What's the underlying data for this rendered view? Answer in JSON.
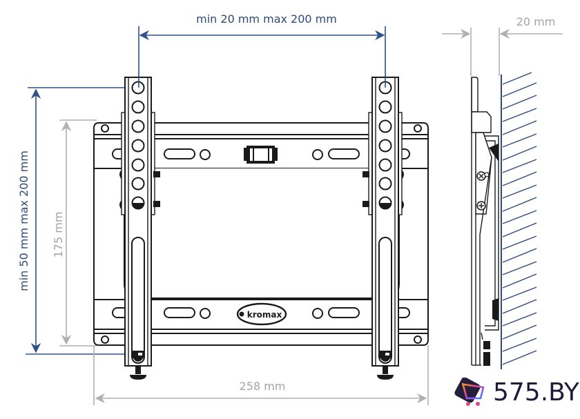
{
  "diagram": {
    "type": "tv-wall-mount-dimension-drawing",
    "dimensions": {
      "horizontal_vesa": "min 20 mm max 200 mm",
      "vertical_vesa": "min 50 mm max 200 mm",
      "plate_height": "175 mm",
      "plate_width": "258 mm",
      "wall_distance": "20 mm"
    },
    "brand_logo_text": "kromax",
    "colors": {
      "dimension_blue": "#2d5189",
      "dimension_gray": "#b0b0b0",
      "line_black": "#1a1a1a",
      "wall_hatch": "#2d4a7a"
    }
  },
  "watermark": {
    "text": "575.BY",
    "icon": "shopping-cart-tv-icon"
  }
}
